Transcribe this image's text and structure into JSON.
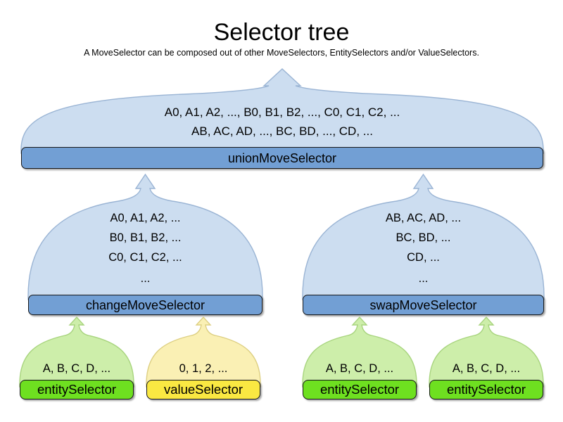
{
  "header": {
    "title": "Selector tree",
    "subtitle": "A MoveSelector can be composed out of other MoveSelectors, EntitySelectors and/or ValueSelectors."
  },
  "colors": {
    "dome_blue": "#ccddf0",
    "bar_blue": "#729fd4",
    "dome_green": "#cdeeaa",
    "bar_green": "#6ee020",
    "dome_yellow": "#faf0b4",
    "bar_yellow": "#fae842",
    "outline": "#17181a",
    "dome_outline": "#9ab4d4",
    "background": "#ffffff",
    "text": "#000000"
  },
  "diagram": {
    "type": "tree",
    "levels": 3,
    "nodes": {
      "union": {
        "label": "unionMoveSelector",
        "kind": "moveSelector",
        "color": "blue",
        "lines": [
          "A0, A1, A2, ..., B0, B1, B2, ..., C0, C1, C2, ...",
          "AB, AC, AD, ..., BC, BD, ..., CD, ..."
        ]
      },
      "change": {
        "label": "changeMoveSelector",
        "kind": "moveSelector",
        "color": "blue",
        "lines": [
          "A0, A1, A2, ...",
          "B0, B1, B2, ...",
          "C0, C1, C2, ...",
          "..."
        ]
      },
      "swap": {
        "label": "swapMoveSelector",
        "kind": "moveSelector",
        "color": "blue",
        "lines": [
          "AB, AC, AD, ...",
          "BC, BD, ...",
          "CD, ...",
          "..."
        ]
      },
      "change_entity": {
        "label": "entitySelector",
        "kind": "entitySelector",
        "color": "green",
        "lines": [
          "A, B, C, D, ..."
        ]
      },
      "change_value": {
        "label": "valueSelector",
        "kind": "valueSelector",
        "color": "yellow",
        "lines": [
          "0, 1, 2, ..."
        ]
      },
      "swap_entity_left": {
        "label": "entitySelector",
        "kind": "entitySelector",
        "color": "green",
        "lines": [
          "A, B, C, D, ..."
        ]
      },
      "swap_entity_right": {
        "label": "entitySelector",
        "kind": "entitySelector",
        "color": "green",
        "lines": [
          "A, B, C, D, ..."
        ]
      }
    },
    "edges": [
      {
        "from": "change",
        "to": "union"
      },
      {
        "from": "swap",
        "to": "union"
      },
      {
        "from": "change_entity",
        "to": "change"
      },
      {
        "from": "change_value",
        "to": "change"
      },
      {
        "from": "swap_entity_left",
        "to": "swap"
      },
      {
        "from": "swap_entity_right",
        "to": "swap"
      }
    ]
  }
}
